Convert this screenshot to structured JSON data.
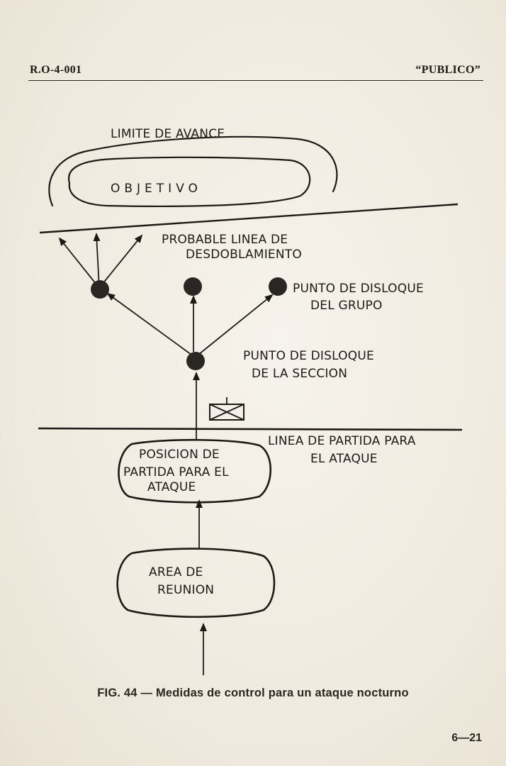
{
  "header": {
    "doc_code": "R.O-4-001",
    "classification": "“PUBLICO”"
  },
  "diagram": {
    "limite_avance": "LIMITE DE AVANCE",
    "objetivo": "OBJETIVO",
    "probable_linea_1": "PROBABLE LINEA DE",
    "probable_linea_2": "DESDOBLAMIENTO",
    "dislocacion_grupo_1": "PUNTO DE DISLOQUE",
    "dislocacion_grupo_2": "DEL GRUPO",
    "dislocacion_seccion_1": "PUNTO DE DISLOQUE",
    "dislocacion_seccion_2": "DE LA SECCION",
    "linea_partida_1": "LINEA DE PARTIDA PARA",
    "linea_partida_2": "EL ATAQUE",
    "posicion_1": "POSICION DE",
    "posicion_2": "PARTIDA PARA EL",
    "posicion_3": "ATAQUE",
    "area_1": "AREA DE",
    "area_2": "REUNION"
  },
  "caption": "FIG. 44 — Medidas de control para un ataque nocturno",
  "page_number": "6—21"
}
